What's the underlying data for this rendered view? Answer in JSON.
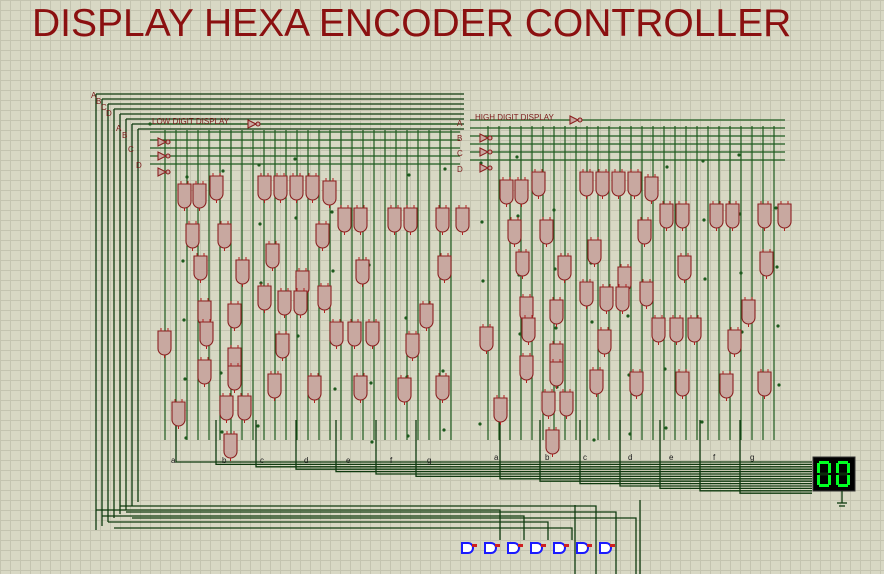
{
  "title": "DISPLAY HEXA ENCODER CONTROLLER",
  "low_section": {
    "label": "LOW DIGIT DISPLAY",
    "inputs": [
      "A",
      "B",
      "C",
      "D"
    ],
    "segments": [
      "a",
      "b",
      "c",
      "d",
      "e",
      "f",
      "g"
    ]
  },
  "high_section": {
    "label": "HIGH DIGIT DISPLAY",
    "inputs": [
      "A",
      "B",
      "C",
      "D"
    ],
    "segments": [
      "a",
      "b",
      "c",
      "d",
      "e",
      "f",
      "g"
    ]
  },
  "display": {
    "value": "00",
    "background": "#000000",
    "segment_color": "#00ff22"
  },
  "colors": {
    "title": "#8b1010",
    "wire": "#1d5a1d",
    "gate_fill": "#c8a8a0",
    "gate_stroke": "#8b2020",
    "probe": "#1a1aff"
  },
  "probes": {
    "count": 7
  }
}
